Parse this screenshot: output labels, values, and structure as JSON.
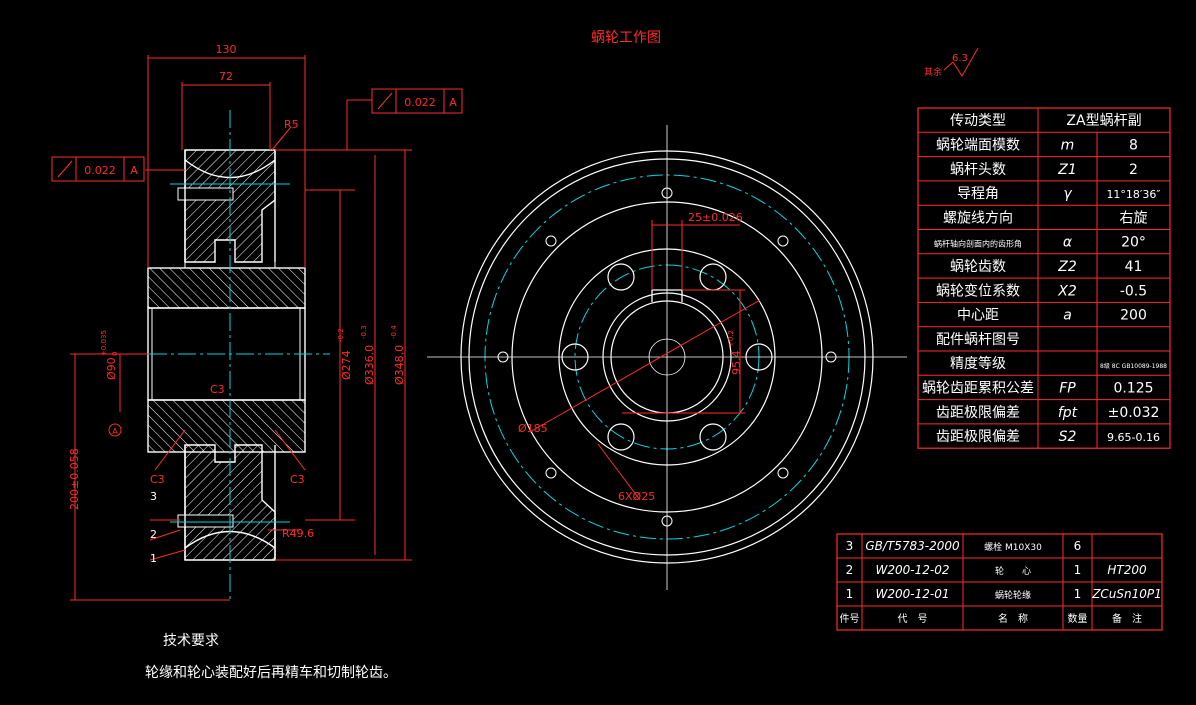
{
  "title": "蜗轮工作图",
  "roughness": {
    "label": "其余",
    "value": "6.3"
  },
  "tolerance_frames": [
    {
      "value": "0.022",
      "datum": "A"
    },
    {
      "value": "0.022",
      "datum": "A"
    }
  ],
  "datum_symbol": "A",
  "dimensions": {
    "width_outer": "130",
    "width_inner": "72",
    "radius_r5": "R5",
    "radius_r496": "R49.6",
    "chamfer_left_top": "C3",
    "chamfer_right_top": "C3",
    "chamfer_center": "C3",
    "dia_bore": "Ø90",
    "dia_bore_tol_upper": "+0.035",
    "dia_bore_tol_lower": "0",
    "dia_274": "Ø274",
    "dia_274_tol": "-0.2",
    "dia_336": "Ø336.0",
    "dia_336_tol": "-0.3",
    "dia_348": "Ø348.0",
    "dia_348_tol": "-0.4",
    "center_distance": "200±0.058",
    "keyway_width": "25±0.026",
    "keyway_depth": "95.4",
    "keyway_depth_tol": "+0.2",
    "pcd": "Ø185",
    "holes": "6XØ25"
  },
  "part_balloons": [
    "1",
    "2",
    "3"
  ],
  "params_table": [
    {
      "label": "传动类型",
      "symbol": "",
      "value": "ZA型蜗杆副",
      "merged": true
    },
    {
      "label": "蜗轮端面模数",
      "symbol": "m",
      "value": "8"
    },
    {
      "label": "蜗杆头数",
      "symbol": "Z1",
      "value": "2"
    },
    {
      "label": "导程角",
      "symbol": "γ",
      "value": "11°18′36″"
    },
    {
      "label": "螺旋线方向",
      "symbol": "",
      "value": "右旋"
    },
    {
      "label": "蜗杆轴向剖面内的齿形角",
      "symbol": "α",
      "value": "20°"
    },
    {
      "label": "蜗轮齿数",
      "symbol": "Z2",
      "value": "41"
    },
    {
      "label": "蜗轮变位系数",
      "symbol": "X2",
      "value": "-0.5"
    },
    {
      "label": "中心距",
      "symbol": "a",
      "value": "200"
    },
    {
      "label": "配件蜗杆图号",
      "symbol": "",
      "value": ""
    },
    {
      "label": "精度等级",
      "symbol": "",
      "value": "8级 8C GB10089-1988"
    },
    {
      "label": "蜗轮齿距累积公差",
      "symbol": "FP",
      "value": "0.125"
    },
    {
      "label": "齿距极限偏差",
      "symbol": "fpt",
      "value": "±0.032"
    },
    {
      "label": "齿距极限偏差",
      "symbol": "S2",
      "value": "9.65-0.16"
    }
  ],
  "bom": {
    "rows": [
      {
        "no": "3",
        "code": "GB/T5783-2000",
        "name": "螺栓 M10X30",
        "qty": "6",
        "remark": ""
      },
      {
        "no": "2",
        "code": "W200-12-02",
        "name": "轮　　心",
        "qty": "1",
        "remark": "HT200"
      },
      {
        "no": "1",
        "code": "W200-12-01",
        "name": "蜗轮轮缘",
        "qty": "1",
        "remark": "ZCuSn10P1"
      }
    ],
    "header": {
      "no": "件号",
      "code": "代　号",
      "name": "名　称",
      "qty": "数量",
      "remark": "备　注"
    }
  },
  "notes": {
    "title": "技术要求",
    "text": "轮缘和轮心装配好后再精车和切制轮齿。"
  },
  "colors": {
    "line": "#ffffff",
    "dim": "#ff2a2a",
    "center": "#00d8e0",
    "background": "#000000"
  }
}
